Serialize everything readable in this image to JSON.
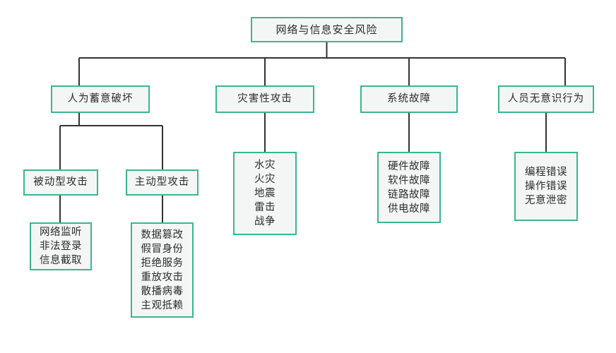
{
  "diagram": {
    "title": "网络与信息安全风险",
    "colors": {
      "border": "#3cb68a",
      "fill": "#f4f6f5",
      "connector": "#333333",
      "text": "#2b2b2b",
      "background": "#ffffff"
    },
    "root": {
      "label": "网络与信息安全风险"
    },
    "categories": [
      {
        "label": "人为蓄意破坏",
        "subcategories": [
          {
            "label": "被动型攻击",
            "items": [
              "网络监听",
              "非法登录",
              "信息截取"
            ]
          },
          {
            "label": "主动型攻击",
            "items": [
              "数据篡改",
              "假冒身份",
              "拒绝服务",
              "重放攻击",
              "散播病毒",
              "主观抵赖"
            ]
          }
        ]
      },
      {
        "label": "灾害性攻击",
        "items": [
          "水灾",
          "火灾",
          "地震",
          "雷击",
          "战争"
        ]
      },
      {
        "label": "系统故障",
        "items": [
          "硬件故障",
          "软件故障",
          "链路故障",
          "供电故障"
        ]
      },
      {
        "label": "人员无意识行为",
        "items": [
          "编程错误",
          "操作错误",
          "无意泄密"
        ]
      }
    ]
  }
}
